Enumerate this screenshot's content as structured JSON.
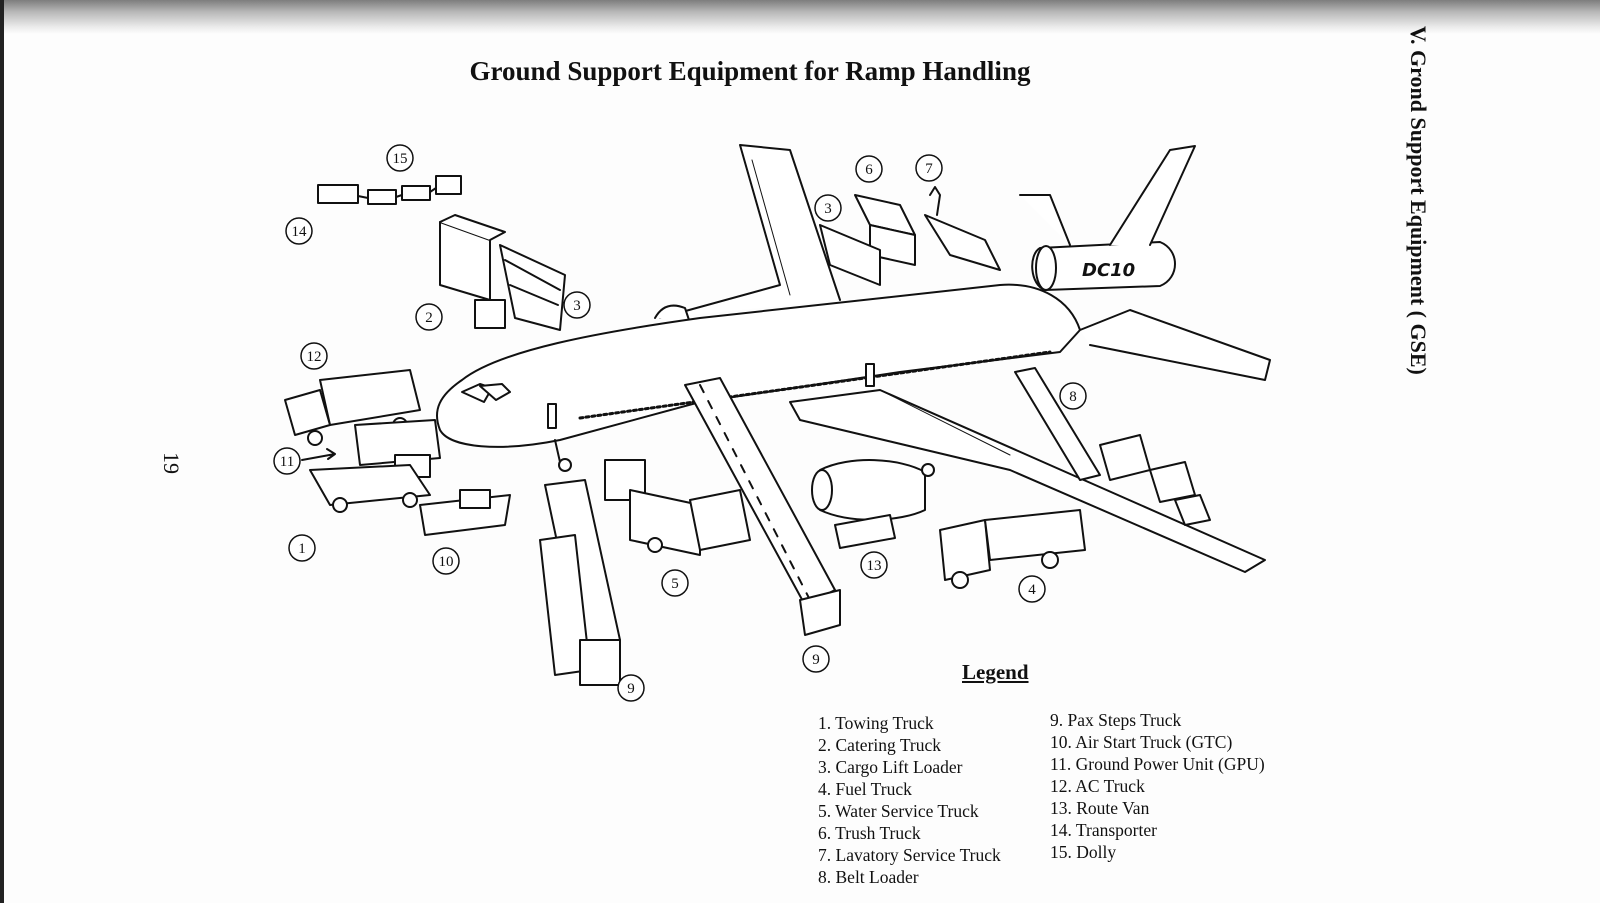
{
  "document": {
    "title": "Ground Support Equipment for Ramp Handling",
    "side_title": "V.  Grond Support Equipment ( GSE)",
    "page_number": "19"
  },
  "diagram": {
    "aircraft_marking": "DC10",
    "callouts": [
      "15",
      "14",
      "2",
      "3",
      "12",
      "11",
      "1",
      "10",
      "6",
      "7",
      "3",
      "8",
      "5",
      "13",
      "4",
      "9",
      "9"
    ]
  },
  "legend": {
    "title": "Legend",
    "left_items": [
      "1. Towing Truck",
      "2. Catering Truck",
      "3. Cargo Lift Loader",
      "4. Fuel Truck",
      "5. Water Service Truck",
      "6. Trush Truck",
      "7. Lavatory Service Truck",
      "8. Belt Loader"
    ],
    "right_items": [
      "9. Pax Steps Truck",
      "10. Air Start Truck (GTC)",
      "11. Ground Power Unit (GPU)",
      "12. AC Truck",
      "13. Route Van",
      "14. Transporter",
      "15. Dolly"
    ]
  }
}
